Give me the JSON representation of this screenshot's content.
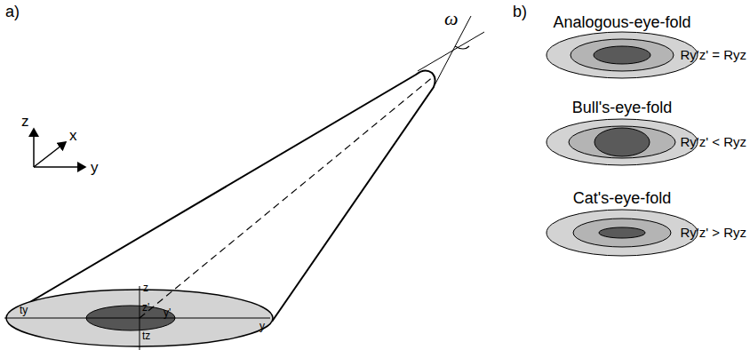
{
  "diagram": {
    "labels": [
      "a)",
      "b)",
      "ω",
      "z",
      "x",
      "y",
      "z",
      "z'",
      "y'",
      "y",
      "ty",
      "tz",
      "Analogous-eye-fold",
      "Ry'z' = Ryz",
      "Bull's-eye-fold",
      "Ry'z' < Ryz",
      "Cat's-eye-fold",
      "Ry'z' > Ryz"
    ]
  }
}
